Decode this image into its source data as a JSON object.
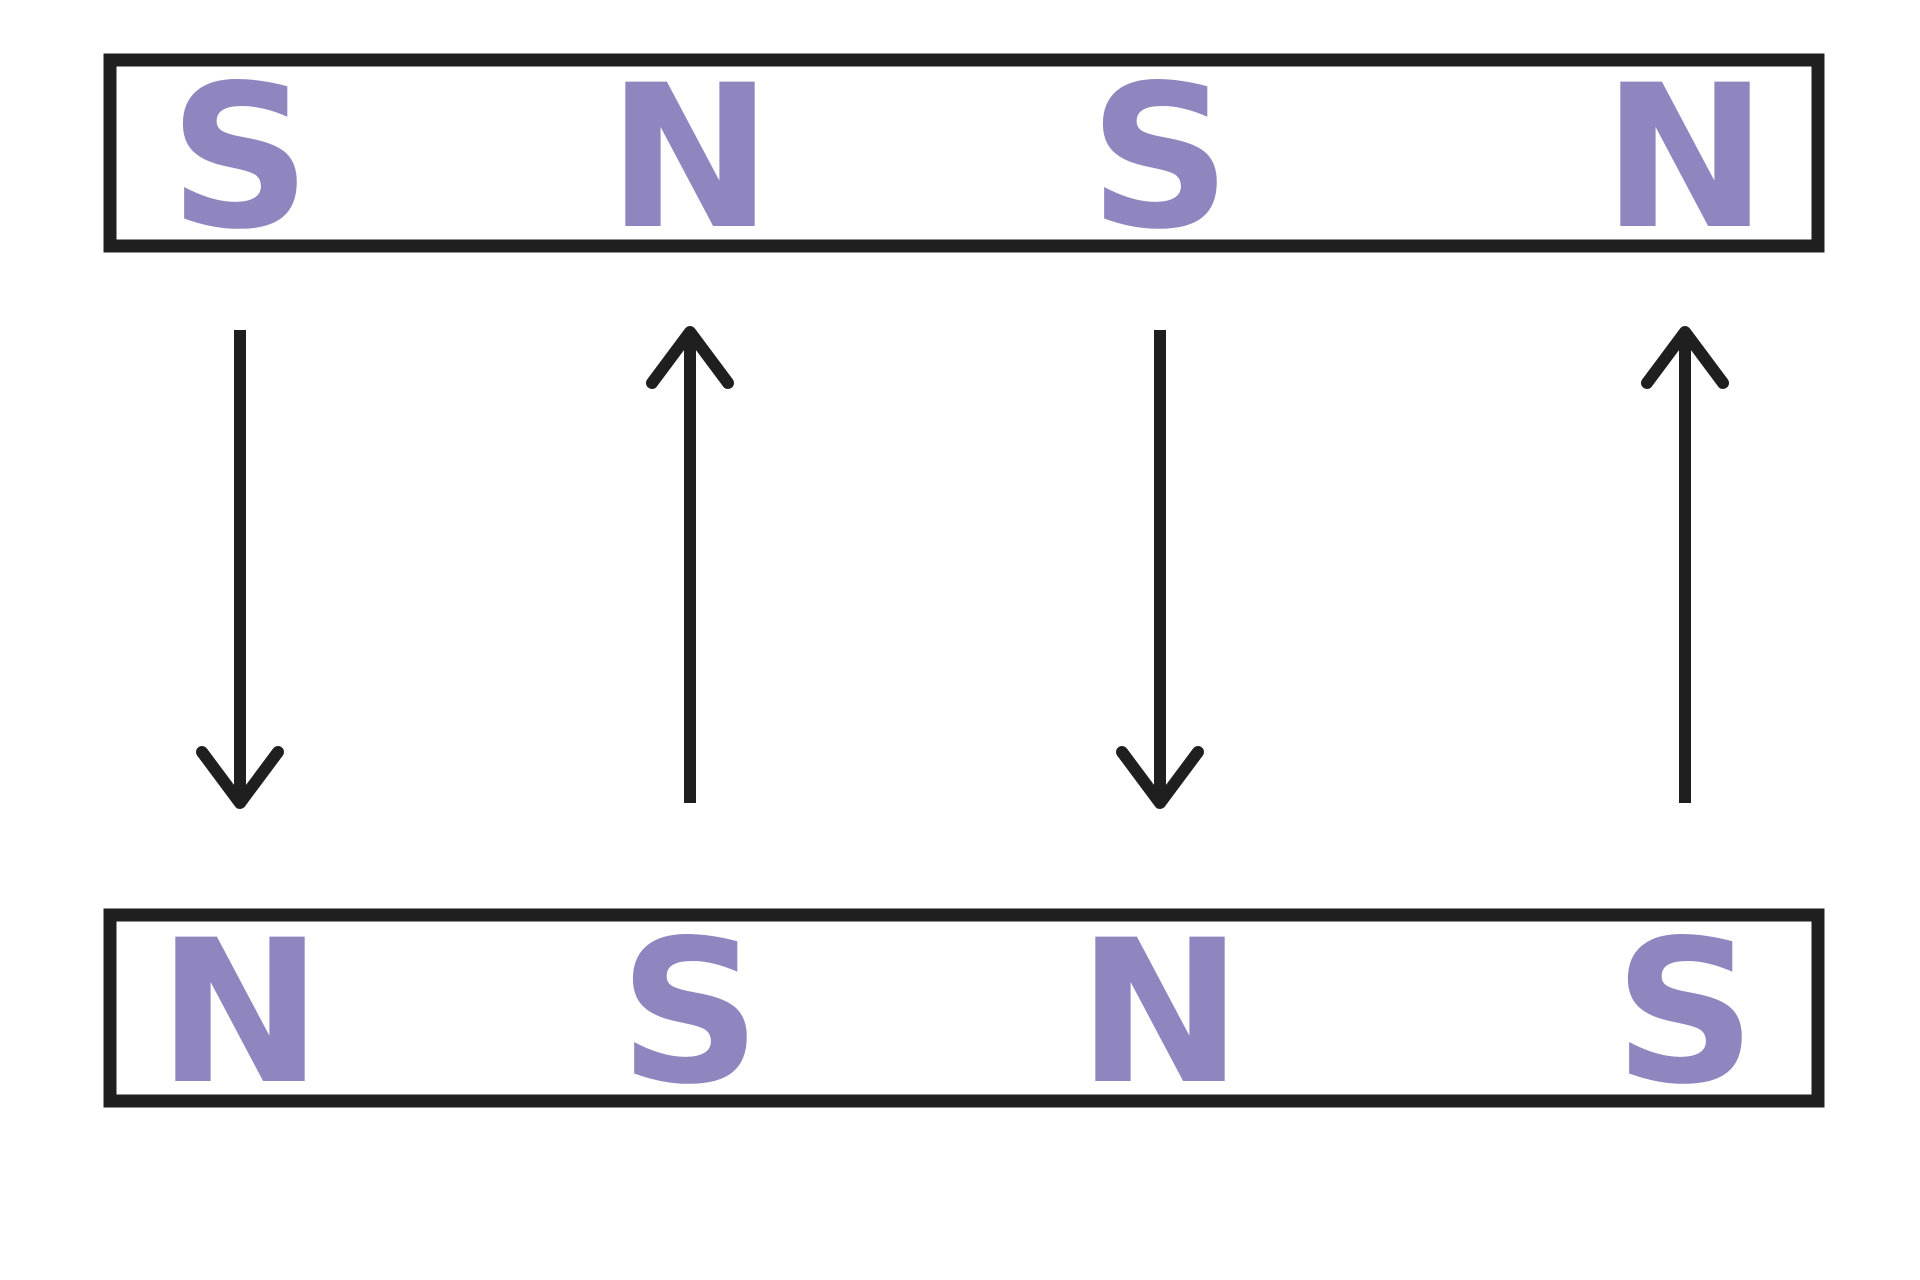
{
  "colors": {
    "pole_letter": "#8f86c0",
    "outline": "#1f1f1f",
    "background": "#ffffff"
  },
  "top_magnet": {
    "poles": [
      "S",
      "N",
      "S",
      "N"
    ]
  },
  "bottom_magnet": {
    "poles": [
      "N",
      "S",
      "N",
      "S"
    ]
  },
  "field_arrows": {
    "directions": [
      "down",
      "up",
      "down",
      "up"
    ]
  }
}
